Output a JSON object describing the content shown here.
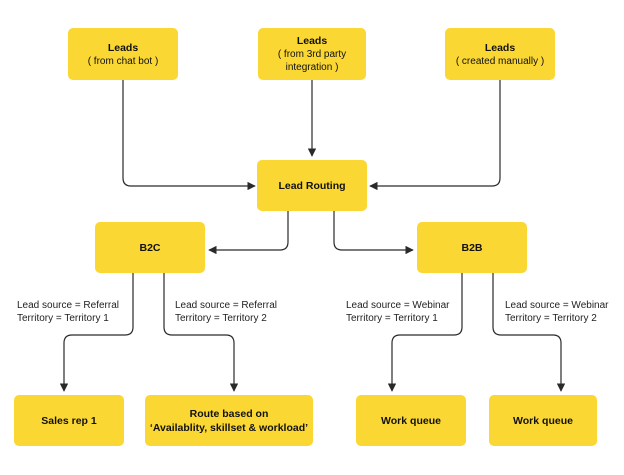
{
  "colors": {
    "node_fill": "#fbd734",
    "connector": "#2a2a2a",
    "background": "#ffffff"
  },
  "nodes": {
    "leads_chatbot": {
      "title": "Leads",
      "sub": "( from chat bot )"
    },
    "leads_3rdparty": {
      "title": "Leads",
      "sub1": "( from 3rd party",
      "sub2": "integration )"
    },
    "leads_manual": {
      "title": "Leads",
      "sub": "( created manually )"
    },
    "lead_routing": {
      "title": "Lead Routing"
    },
    "b2c": {
      "title": "B2C"
    },
    "b2b": {
      "title": "B2B"
    },
    "sales_rep": {
      "title": "Sales rep 1"
    },
    "route_based": {
      "line1": "Route based on",
      "line2": "‘Availablity, skillset & workload’"
    },
    "work_queue_1": {
      "title": "Work queue"
    },
    "work_queue_2": {
      "title": "Work queue"
    }
  },
  "edge_labels": {
    "b2c_left": {
      "line1": "Lead source = Referral",
      "line2": "Territory = Territory 1"
    },
    "b2c_right": {
      "line1": "Lead source = Referral",
      "line2": "Territory = Territory 2"
    },
    "b2b_left": {
      "line1": "Lead source = Webinar",
      "line2": "Territory = Territory 1"
    },
    "b2b_right": {
      "line1": "Lead source = Webinar",
      "line2": "Territory = Territory 2"
    }
  }
}
